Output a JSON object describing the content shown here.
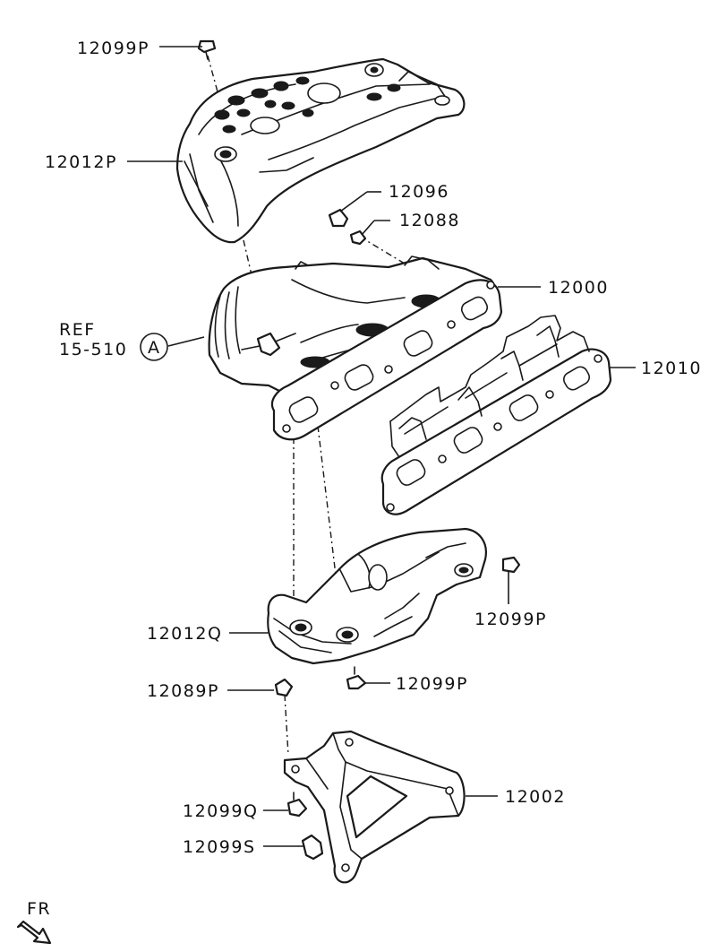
{
  "labels": {
    "p12099P_top": "12099P",
    "p12012P": "12012P",
    "p12096": "12096",
    "p12088": "12088",
    "p12000": "12000",
    "ref_line1": "REF",
    "ref_line2": "15-510",
    "ref_marker": "A",
    "p12010": "12010",
    "p12099P_right": "12099P",
    "p12012Q": "12012Q",
    "p12089P": "12089P",
    "p12099P_mid": "12099P",
    "p12002": "12002",
    "p12099Q": "12099Q",
    "p12099S": "12099S",
    "fr": "FR"
  },
  "icons": {
    "direction_arrow": "front-direction-arrow-icon",
    "bolt": "bolt-icon",
    "nut": "nut-icon"
  }
}
